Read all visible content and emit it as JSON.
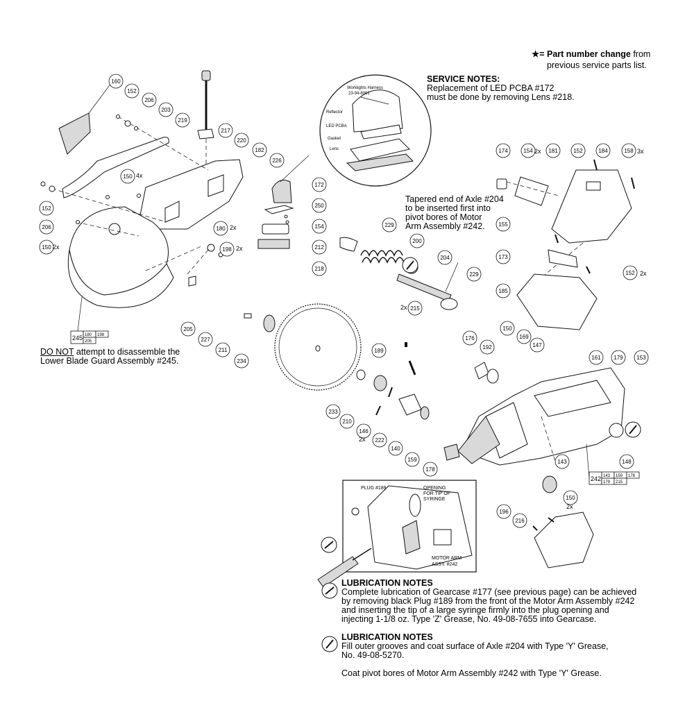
{
  "legend": {
    "star": "★",
    "bold_text": "= Part number change",
    "rest1": " from",
    "line2": "previous service parts list."
  },
  "service_notes": {
    "heading": "SERVICE NOTES:",
    "line1": "Replacement of LED PCBA #172",
    "line2": "must be done by removing Lens #218."
  },
  "inset_worklight": {
    "harness_label": "Worklights Harness",
    "harness_number": "23-94-8001",
    "reflector": "Reflector",
    "led_pcba": "LED PCBA",
    "gasket": "Gasket",
    "lens": "Lens"
  },
  "axle_note": {
    "line1": "Tapered end of Axle #204",
    "line2": "to be inserted first into",
    "line3": "pivot bores of Motor",
    "line4": "Arm Assembly #242."
  },
  "guard_note": {
    "underlined": "DO NOT",
    "rest": " attempt to disassemble the",
    "line2": "Lower Blade Guard Assembly #245."
  },
  "guard_assembly_box": {
    "main": "245",
    "top": [
      "180",
      "198"
    ],
    "bottom": [
      "205"
    ]
  },
  "arm_assembly_box": {
    "main": "242",
    "top": [
      "143",
      "159",
      "178"
    ],
    "bottom": [
      "179",
      "215"
    ]
  },
  "inset_syringe": {
    "plug": "PLUG #189",
    "opening1": "OPENING",
    "opening2": "FOR TIP OF",
    "opening3": "SYRINGE",
    "motor1": "MOTOR ARM",
    "motor2": "ASSY. #242"
  },
  "lubrication_1": {
    "heading": "LUBRICATION NOTES",
    "line1": "Complete lubrication of Gearcase #177 (see previous page) can be achieved",
    "line2": "by removing black Plug #189 from the front of the Motor Arm Assembly #242",
    "line3": "and inserting the tip of a large syringe firmly into the plug opening and",
    "line4": "injecting 1-1/8 oz. Type 'Z' Grease, No. 49-08-7655 into Gearcase."
  },
  "lubrication_2": {
    "heading": "LUBRICATION NOTES",
    "line1": "Fill outer grooves and coat surface of Axle #204 with Type 'Y' Grease,",
    "line2": "No. 49-08-5270.",
    "line3": "Coat pivot bores of Motor Arm Assembly #242 with Type 'Y' Grease."
  },
  "callouts": [
    {
      "id": "c160",
      "label": "160"
    },
    {
      "id": "c152a",
      "label": "152"
    },
    {
      "id": "c206a",
      "label": "206"
    },
    {
      "id": "c203",
      "label": "203"
    },
    {
      "id": "c219",
      "label": "219"
    },
    {
      "id": "c217",
      "label": "217"
    },
    {
      "id": "c220",
      "label": "220"
    },
    {
      "id": "c182",
      "label": "182"
    },
    {
      "id": "c226",
      "label": "226"
    },
    {
      "id": "c172",
      "label": "172"
    },
    {
      "id": "c250",
      "label": "250"
    },
    {
      "id": "c154a",
      "label": "154"
    },
    {
      "id": "c212",
      "label": "212"
    },
    {
      "id": "c218",
      "label": "218"
    },
    {
      "id": "c150a",
      "label": "150"
    },
    {
      "id": "c152b",
      "label": "152"
    },
    {
      "id": "c206b",
      "label": "206"
    },
    {
      "id": "c150b",
      "label": "150"
    },
    {
      "id": "c180",
      "label": "180"
    },
    {
      "id": "c198",
      "label": "198"
    },
    {
      "id": "c205",
      "label": "205"
    },
    {
      "id": "c227",
      "label": "227"
    },
    {
      "id": "c211",
      "label": "211"
    },
    {
      "id": "c234",
      "label": "234"
    },
    {
      "id": "c229a",
      "label": "229"
    },
    {
      "id": "c200",
      "label": "200"
    },
    {
      "id": "c204",
      "label": "204"
    },
    {
      "id": "c229b",
      "label": "229"
    },
    {
      "id": "c215",
      "label": "215"
    },
    {
      "id": "c189",
      "label": "189"
    },
    {
      "id": "c233",
      "label": "233"
    },
    {
      "id": "c210",
      "label": "210"
    },
    {
      "id": "c146",
      "label": "146"
    },
    {
      "id": "c222",
      "label": "222"
    },
    {
      "id": "c140",
      "label": "140"
    },
    {
      "id": "c159",
      "label": "159"
    },
    {
      "id": "c178",
      "label": "178"
    },
    {
      "id": "c143",
      "label": "143"
    },
    {
      "id": "c174",
      "label": "174"
    },
    {
      "id": "c154b",
      "label": "154"
    },
    {
      "id": "c181",
      "label": "181"
    },
    {
      "id": "c152c",
      "label": "152"
    },
    {
      "id": "c184",
      "label": "184"
    },
    {
      "id": "c158",
      "label": "158"
    },
    {
      "id": "c155",
      "label": "155"
    },
    {
      "id": "c173",
      "label": "173"
    },
    {
      "id": "c152d",
      "label": "152"
    },
    {
      "id": "c185",
      "label": "185"
    },
    {
      "id": "c150c",
      "label": "150"
    },
    {
      "id": "c169",
      "label": "169"
    },
    {
      "id": "c147",
      "label": "147"
    },
    {
      "id": "c176",
      "label": "176"
    },
    {
      "id": "c192",
      "label": "192"
    },
    {
      "id": "c161",
      "label": "161"
    },
    {
      "id": "c179",
      "label": "179"
    },
    {
      "id": "c153",
      "label": "153"
    },
    {
      "id": "c148",
      "label": "148"
    },
    {
      "id": "c196",
      "label": "196"
    },
    {
      "id": "c150d",
      "label": "150"
    },
    {
      "id": "c216",
      "label": "216"
    }
  ],
  "quantities": {
    "q150a": "4x",
    "q150b": "2x",
    "q180": "2x",
    "q198": "2x",
    "q154b": "2x",
    "q158": "3x",
    "q152d": "2x",
    "q215": "2x",
    "q146": "2x",
    "q150d": "2x"
  }
}
